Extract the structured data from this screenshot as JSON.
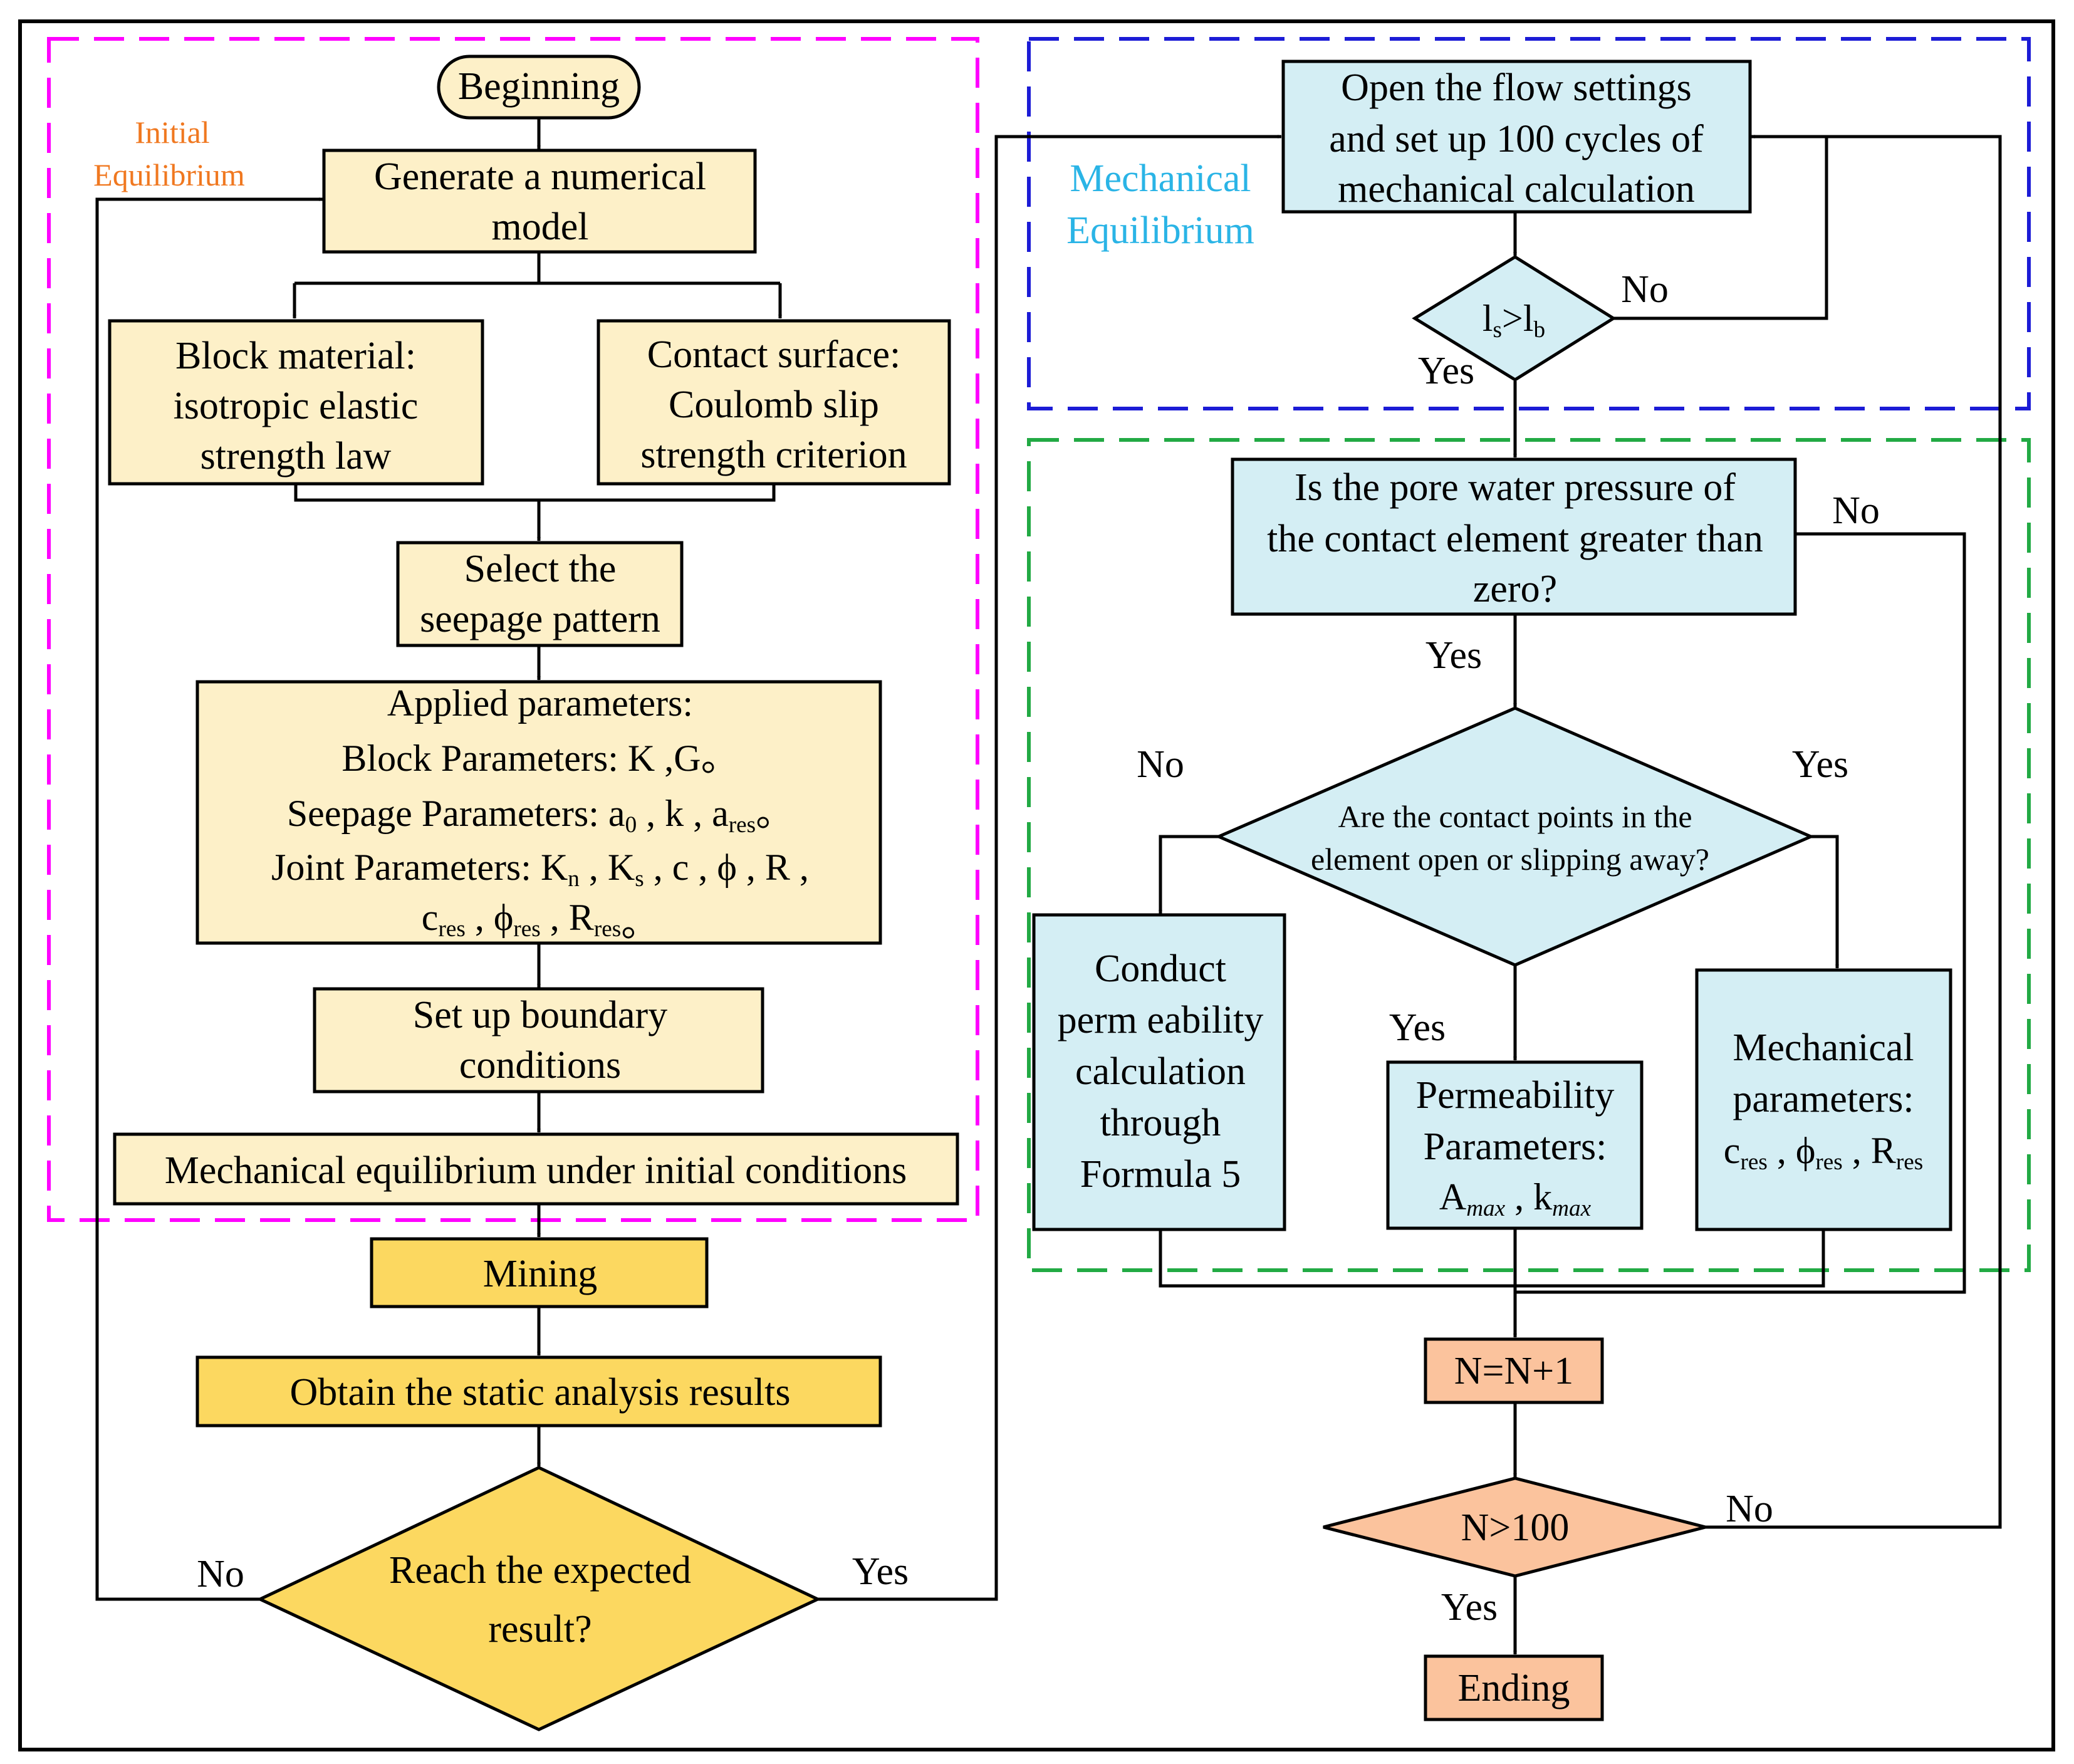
{
  "colors": {
    "frame": "#000000",
    "init_region_border": "#ff00ff",
    "mech_region_border": "#1c1cd6",
    "pore_region_border": "#22aa44",
    "init_label": "#f07820",
    "mech_label": "#2ab4e6",
    "box_light_yellow": "#fdf0c8",
    "box_yellow": "#fcd860",
    "box_light_blue": "#d4eef4",
    "box_salmon": "#fbc39d"
  },
  "labels": {
    "initial_line1": "Initial",
    "initial_line2": "Equilibrium",
    "mechanical_line1": "Mechanical",
    "mechanical_line2": "Equilibrium"
  },
  "nodes": {
    "beginning": "Beginning",
    "generate_line1": "Generate a numerical",
    "generate_line2": "model",
    "block_material_line1": "Block material:",
    "block_material_line2": "isotropic elastic",
    "block_material_line3": "strength law",
    "contact_surface_line1": "Contact surface:",
    "contact_surface_line2": "Coulomb slip",
    "contact_surface_line3": "strength criterion",
    "seepage_line1": "Select the",
    "seepage_line2": "seepage pattern",
    "applied": {
      "title": "Applied parameters:",
      "block_params": "Block Parameters: K ,G。",
      "seepage_prefix": "Seepage Parameters: a",
      "seepage_sub0": "0",
      "seepage_mid": " , k , a",
      "seepage_sub_res": "res",
      "seepage_end": "。",
      "joint_prefix": "Joint Parameters: K",
      "joint_sub_n": "n",
      "joint_mid1": " , K",
      "joint_sub_s": "s",
      "joint_end": " , c , ϕ , R ,",
      "res_c": "c",
      "res_phi": " , ϕ",
      "res_R": " , R",
      "res_sub": "res",
      "res_end": "。"
    },
    "boundary_line1": "Set up boundary",
    "boundary_line2": "conditions",
    "mech_initial": "Mechanical equilibrium under initial conditions",
    "mining": "Mining",
    "static": "Obtain the static analysis results",
    "reach_line1": "Reach the expected",
    "reach_line2": "result?",
    "flow_line1": "Open the flow settings",
    "flow_line2": "and set up 100 cycles of",
    "flow_line3": "mechanical calculation",
    "ls_l": "l",
    "ls_sub_s": "s",
    "ls_gt": ">l",
    "ls_sub_b": "b",
    "pore_line1": "Is the pore water pressure of",
    "pore_line2": "the contact element greater than",
    "pore_line3": "zero?",
    "contact_q_line1": "Are the contact points in the",
    "contact_q_line2": "element open or slipping away?",
    "conduct_line1": "Conduct",
    "conduct_line2": "perm eability",
    "conduct_line3": "calculation",
    "conduct_line4": "through",
    "conduct_line5": "Formula 5",
    "perm_line1": "Permeability",
    "perm_line2": "Parameters:",
    "perm_A": "A",
    "perm_A_sub": "max",
    "perm_k": " , k",
    "perm_k_sub": "max",
    "mech_params_line1": "Mechanical",
    "mech_params_line2": "parameters:",
    "mech_c": "c",
    "mech_phi": " , ϕ",
    "mech_R": " , R",
    "mech_sub": "res",
    "n_increment": "N=N+1",
    "n_check": "N>100",
    "ending": "Ending"
  },
  "edge_labels": {
    "reach_no": "No",
    "reach_yes": "Yes",
    "ls_no": "No",
    "ls_yes": "Yes",
    "pore_no": "No",
    "pore_yes": "Yes",
    "contact_left_no": "No",
    "contact_right_yes": "Yes",
    "contact_mid_yes": "Yes",
    "n_no": "No",
    "n_yes": "Yes"
  }
}
